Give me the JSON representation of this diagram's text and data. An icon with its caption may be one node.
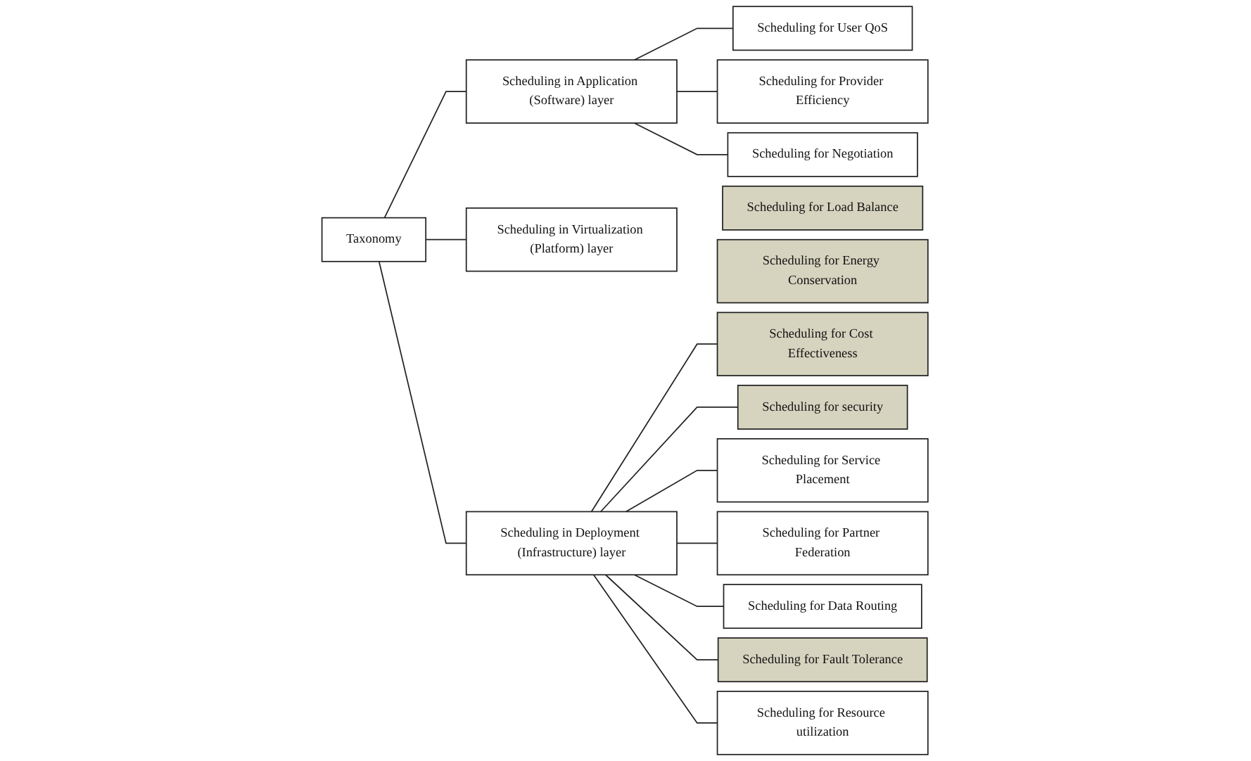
{
  "diagram": {
    "nodes": [
      {
        "text": [
          "Taxonomy"
        ]
      },
      {
        "text": [
          "Scheduling in Application (Software) layer"
        ]
      },
      {
        "text": [
          "Scheduling in Virtualization (Platform) layer"
        ]
      },
      {
        "text": [
          "Scheduling in Deployment (Infrastructure) layer"
        ]
      },
      {
        "text": [
          "Scheduling for User QoS"
        ]
      },
      {
        "text": [
          "Scheduling for Provider Efficiency"
        ]
      },
      {
        "text": [
          "Scheduling for Negotiation"
        ]
      },
      {
        "text": [
          "Scheduling for Load Balance"
        ]
      },
      {
        "text": [
          "Scheduling for Energy Conservation"
        ]
      },
      {
        "text": [
          "Scheduling for Cost Effectiveness"
        ]
      },
      {
        "text": [
          "Scheduling for security"
        ]
      },
      {
        "text": [
          "Scheduling for Service Placement"
        ]
      },
      {
        "text": [
          "Scheduling for Partner Federation"
        ]
      },
      {
        "text": [
          "Scheduling for Data Routing"
        ]
      },
      {
        "text": [
          "Scheduling for Fault Tolerance"
        ]
      },
      {
        "text": [
          "Scheduling for Resource utilization"
        ]
      }
    ],
    "edges": [
      {
        "from": 0,
        "to": 1,
        "arrow": "none"
      },
      {
        "from": 0,
        "to": 2,
        "arrow": "none"
      },
      {
        "from": 0,
        "to": 3,
        "arrow": "none"
      },
      {
        "from": 1,
        "to": 4,
        "arrow": "none"
      },
      {
        "from": 1,
        "to": 5,
        "arrow": "none"
      },
      {
        "from": 1,
        "to": 6,
        "arrow": "none"
      },
      {
        "from": 3,
        "to": 9,
        "arrow": "none"
      },
      {
        "from": 3,
        "to": 10,
        "arrow": "none"
      },
      {
        "from": 3,
        "to": 11,
        "arrow": "none"
      },
      {
        "from": 3,
        "to": 12,
        "arrow": "none"
      },
      {
        "from": 3,
        "to": 13,
        "arrow": "none"
      },
      {
        "from": 3,
        "to": 14,
        "arrow": "none"
      },
      {
        "from": 3,
        "to": 15,
        "arrow": "none"
      }
    ]
  }
}
